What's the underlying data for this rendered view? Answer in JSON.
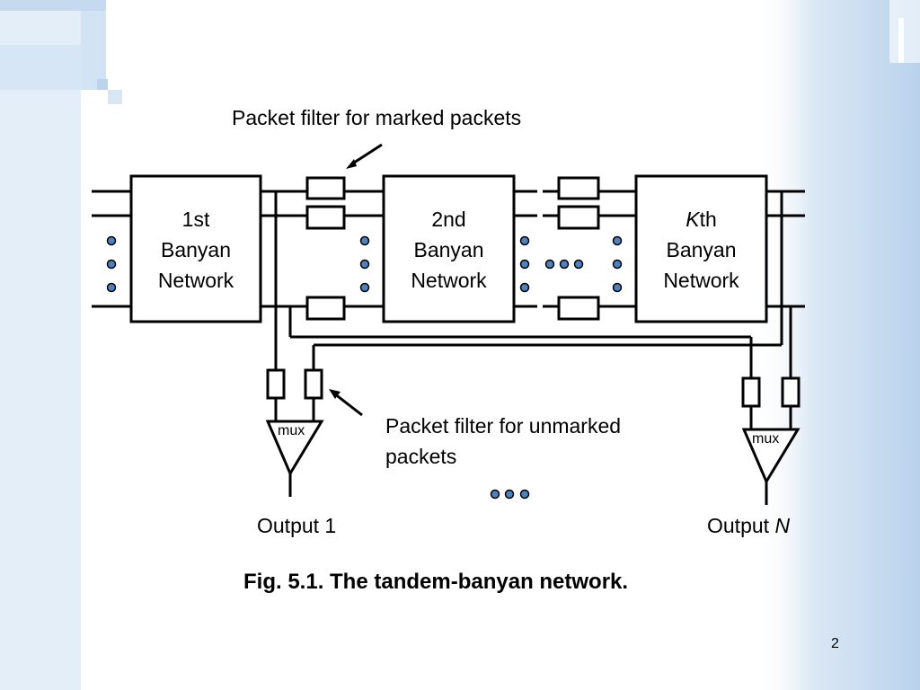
{
  "labels": {
    "marked_filter": "Packet filter for marked packets",
    "unmarked_filter_line1": "Packet filter for unmarked",
    "unmarked_filter_line2": "packets",
    "output_1": "Output 1",
    "output_n_prefix": "Output ",
    "output_n_var": "N",
    "mux": "mux"
  },
  "networks": [
    {
      "line1": "1st",
      "line2": "Banyan",
      "line3": "Network"
    },
    {
      "line1": "2nd",
      "line2": "Banyan",
      "line3": "Network"
    },
    {
      "line1_var": "K",
      "line1_suffix": "th",
      "line2": "Banyan",
      "line3": "Network"
    }
  ],
  "caption": "Fig. 5.1. The tandem-banyan network.",
  "page_number": "2",
  "colors": {
    "dot_fill": "#4f81bd",
    "background_accent": "#c7dcf0",
    "line": "#000000"
  }
}
